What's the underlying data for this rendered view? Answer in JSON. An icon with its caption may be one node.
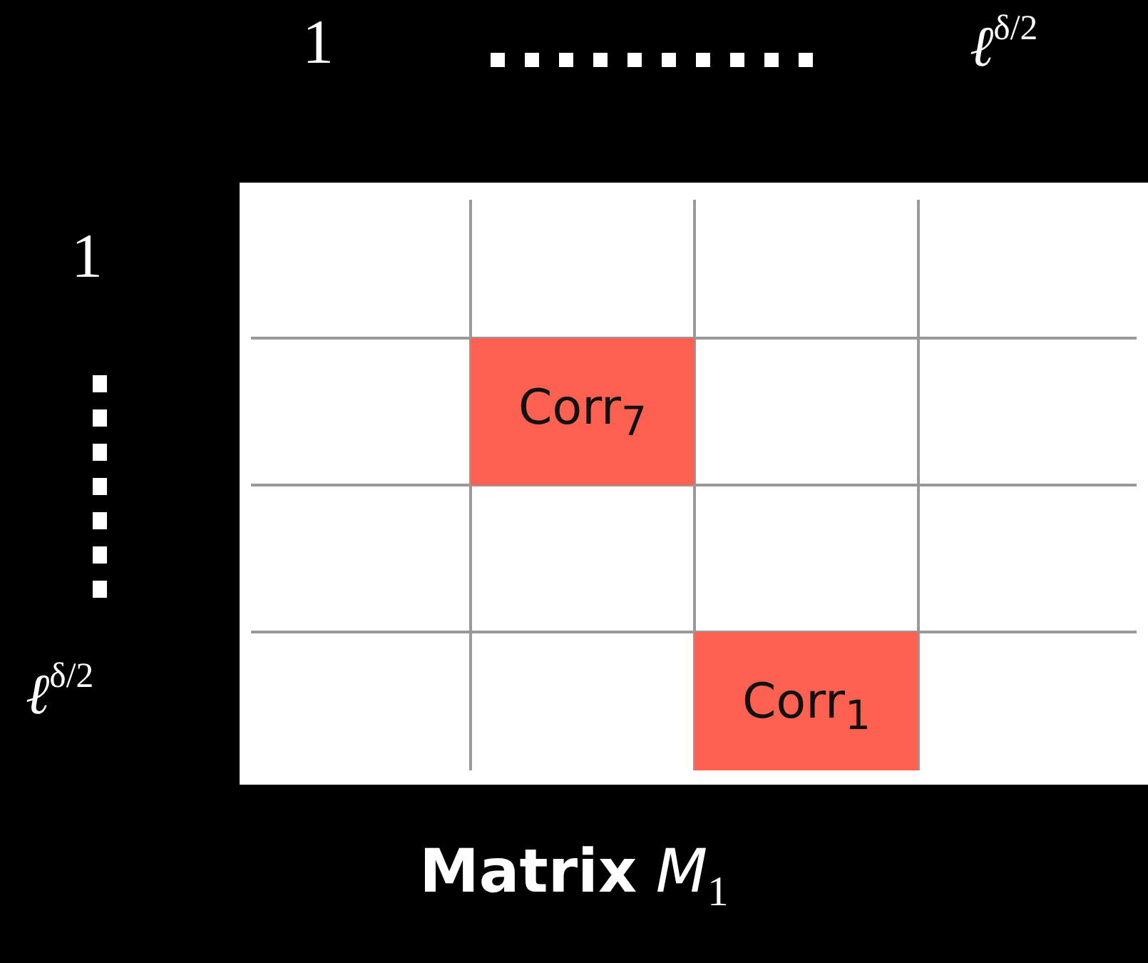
{
  "diagram": {
    "caption": "**Matrix** *M*$_{1}$",
    "nodes": [
      {
        "text": [],
        "shape": "box"
      },
      {
        "text": [
          "Corr$_{7}$"
        ],
        "in": 0
      },
      {
        "text": [
          "Corr$_{1}$"
        ],
        "in": 0
      }
    ],
    "labels": [
      "1",
      "ℓ$^{δ/2}$",
      "1",
      "ℓ$^{δ/2}$"
    ]
  }
}
